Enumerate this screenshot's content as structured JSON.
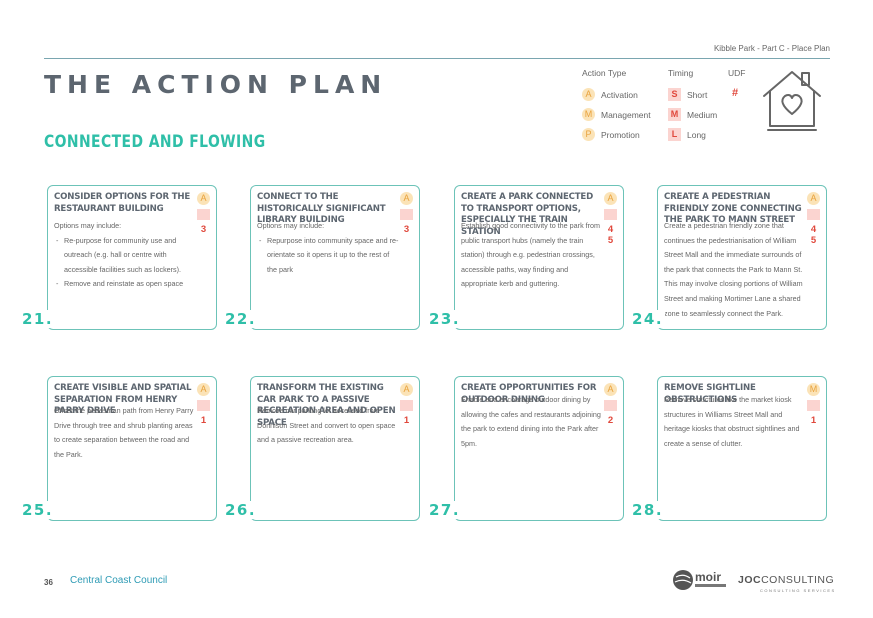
{
  "header": {
    "doc_label": "Kibble Park - Part C - Place Plan",
    "title": "THE ACTION PLAN",
    "section": "CONNECTED AND FLOWING"
  },
  "legend": {
    "action_type_label": "Action Type",
    "timing_label": "Timing",
    "udf_label": "UDF",
    "udf_symbol": "#",
    "types": [
      {
        "code": "A",
        "label": "Activation"
      },
      {
        "code": "M",
        "label": "Management"
      },
      {
        "code": "P",
        "label": "Promotion"
      }
    ],
    "timings": [
      {
        "code": "S",
        "label": "Short"
      },
      {
        "code": "M",
        "label": "Medium"
      },
      {
        "code": "L",
        "label": "Long"
      }
    ]
  },
  "cards": [
    {
      "number": "21.",
      "title": "Consider options for the restaurant building",
      "intro": "Options may include:",
      "bullets": [
        "Re-purpose for community use and outreach (e.g. hall or centre with accessible facilities such as lockers).",
        "Remove and reinstate as open space"
      ],
      "action": "A",
      "udf": "3"
    },
    {
      "number": "22.",
      "title": "Connect to the historically significant library building",
      "intro": "Options may include:",
      "bullets": [
        "Repurpose into community space and re-orientate so it opens it up to the rest of the park"
      ],
      "action": "A",
      "udf": "3"
    },
    {
      "number": "23.",
      "title": "Create a park connected to transport options, especially the train station",
      "intro": "Establish good connectivity to the park from public transport hubs (namely the train station) through e.g. pedestrian crossings, accessible paths, way finding and appropriate kerb and guttering.",
      "bullets": [],
      "action": "A",
      "udf": "4\n5"
    },
    {
      "number": "24.",
      "title": "Create a pedestrian friendly zone connecting the park to Mann Street",
      "intro": "Create a pedestrian friendly zone that continues the pedestrianisation of William Street Mall and the immediate surrounds of the park that connects the Park to Mann St. This may involve closing portions of William Street and making Mortimer Lane a shared zone to seamlessly connect the Park.",
      "bullets": [],
      "action": "A",
      "udf": "4\n5"
    },
    {
      "number": "25.",
      "title": "Create visible and spatial separation from Henry Parry Drive",
      "intro": "Offset the pedestrian path from Henry Parry Drive through tree and shrub planting areas to create separation between the road and the Park.",
      "bullets": [],
      "action": "A",
      "udf": "1"
    },
    {
      "number": "26.",
      "title": "Transform the existing car park to a passive recreation area and open space",
      "intro": "Remove car parking lot accessed from Donnison Street and convert to open space and a passive recreation area.",
      "bullets": [],
      "action": "A",
      "udf": "1"
    },
    {
      "number": "27.",
      "title": "Create opportunities for outdoor dining",
      "intro": "Enable and encourage outdoor dining by allowing the cafes and restaurants adjoining the park to extend dining into the Park after 5pm.",
      "bullets": [],
      "action": "A",
      "udf": "2"
    },
    {
      "number": "28.",
      "title": "Remove sightline obstructions",
      "intro": "Remove structures like the market kiosk structures in Williams Street Mall and heritage kiosks that obstruct sightlines and create a sense of clutter.",
      "bullets": [],
      "action": "M",
      "udf": "1"
    }
  ],
  "footer": {
    "page_number": "36",
    "organisation": "Central Coast Council",
    "logo_moir": "moir",
    "logo_joc_main": "JOC",
    "logo_joc_rest": "CONSULTING",
    "logo_joc_sub": "CONSULTING SERVICES"
  },
  "colors": {
    "teal": "#2fbfa8",
    "card_border": "#6cc3b8",
    "action_fill": "#fbe3b7",
    "action_text": "#e8a23c",
    "timing_fill": "#fbd4d0",
    "udf_text": "#e0483c"
  }
}
